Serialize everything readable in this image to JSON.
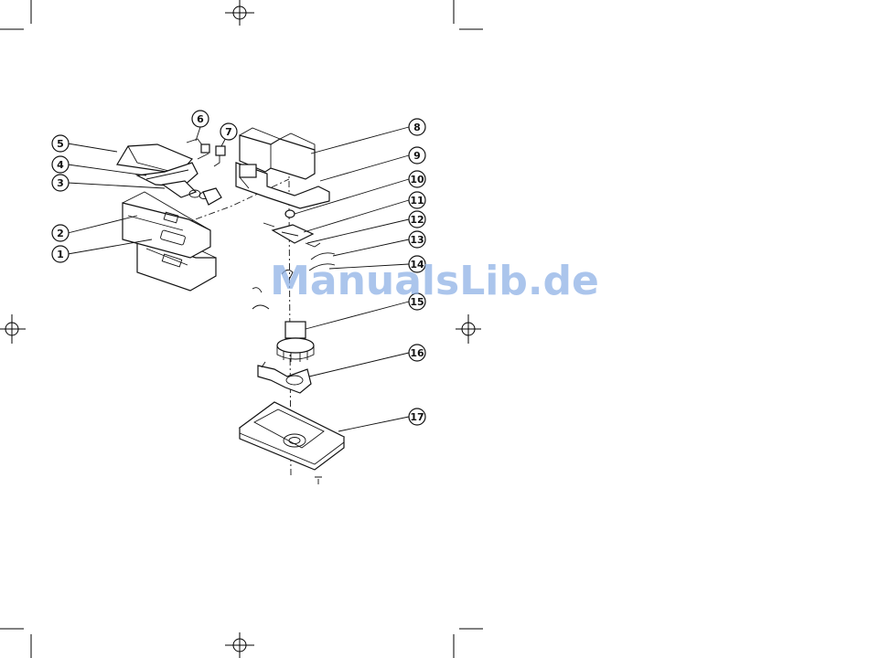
{
  "diagram": {
    "callouts": [
      "1",
      "2",
      "3",
      "4",
      "5",
      "6",
      "7",
      "8",
      "9",
      "10",
      "11",
      "12",
      "13",
      "14",
      "15",
      "16",
      "17"
    ]
  },
  "watermark": {
    "text": "ManualsLib.de",
    "color": "#8fb2e6"
  }
}
